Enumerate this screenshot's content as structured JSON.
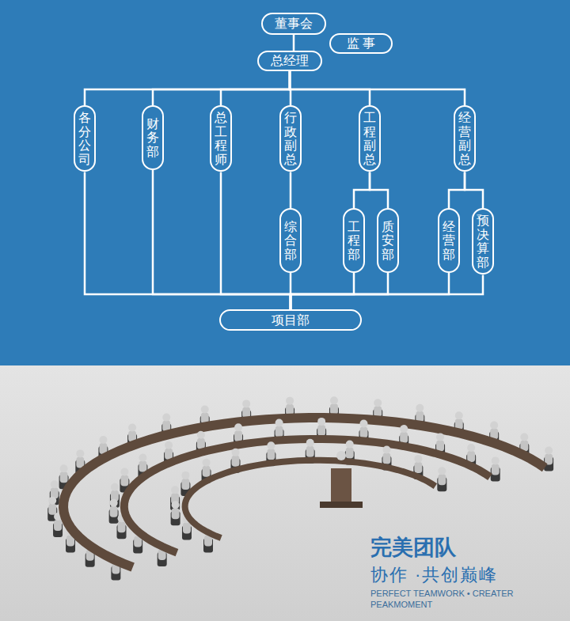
{
  "diagram": {
    "nodes": [
      {
        "text": [
          "董事会"
        ]
      },
      {
        "text": [
          "监 事"
        ]
      },
      {
        "text": [
          "总经理"
        ]
      },
      {
        "text": [
          "各分公司"
        ]
      },
      {
        "text": [
          "财务部"
        ]
      },
      {
        "text": [
          "总工程师"
        ]
      },
      {
        "text": [
          "行政副总"
        ]
      },
      {
        "text": [
          "工程副总"
        ]
      },
      {
        "text": [
          "经营副总"
        ]
      },
      {
        "text": [
          "综合部"
        ]
      },
      {
        "text": [
          "工程部"
        ]
      },
      {
        "text": [
          "质安部"
        ]
      },
      {
        "text": [
          "经营部"
        ]
      },
      {
        "text": [
          "预决算部"
        ]
      },
      {
        "text": [
          "项目部"
        ]
      }
    ],
    "edges": [
      {
        "from": 0,
        "to": 2,
        "arrow": "none"
      },
      {
        "from": 2,
        "to": 3,
        "arrow": "none"
      },
      {
        "from": 2,
        "to": 4,
        "arrow": "none"
      },
      {
        "from": 2,
        "to": 5,
        "arrow": "none"
      },
      {
        "from": 2,
        "to": 6,
        "arrow": "none"
      },
      {
        "from": 2,
        "to": 7,
        "arrow": "none"
      },
      {
        "from": 2,
        "to": 8,
        "arrow": "none"
      },
      {
        "from": 6,
        "to": 9,
        "arrow": "none"
      },
      {
        "from": 7,
        "to": 10,
        "arrow": "none"
      },
      {
        "from": 7,
        "to": 11,
        "arrow": "none"
      },
      {
        "from": 8,
        "to": 12,
        "arrow": "none"
      },
      {
        "from": 8,
        "to": 13,
        "arrow": "none"
      },
      {
        "from": 3,
        "to": 14,
        "arrow": "none"
      },
      {
        "from": 4,
        "to": 14,
        "arrow": "none"
      },
      {
        "from": 5,
        "to": 14,
        "arrow": "none"
      },
      {
        "from": 9,
        "to": 14,
        "arrow": "none"
      },
      {
        "from": 10,
        "to": 14,
        "arrow": "none"
      },
      {
        "from": 11,
        "to": 14,
        "arrow": "none"
      },
      {
        "from": 12,
        "to": 14,
        "arrow": "none"
      },
      {
        "from": 13,
        "to": 14,
        "arrow": "none"
      }
    ],
    "labels": [
      "完美团队",
      "协作 ·共创巅峰",
      "PERFECT TEAMWORK • CREATER PEAKMOMENT"
    ]
  }
}
